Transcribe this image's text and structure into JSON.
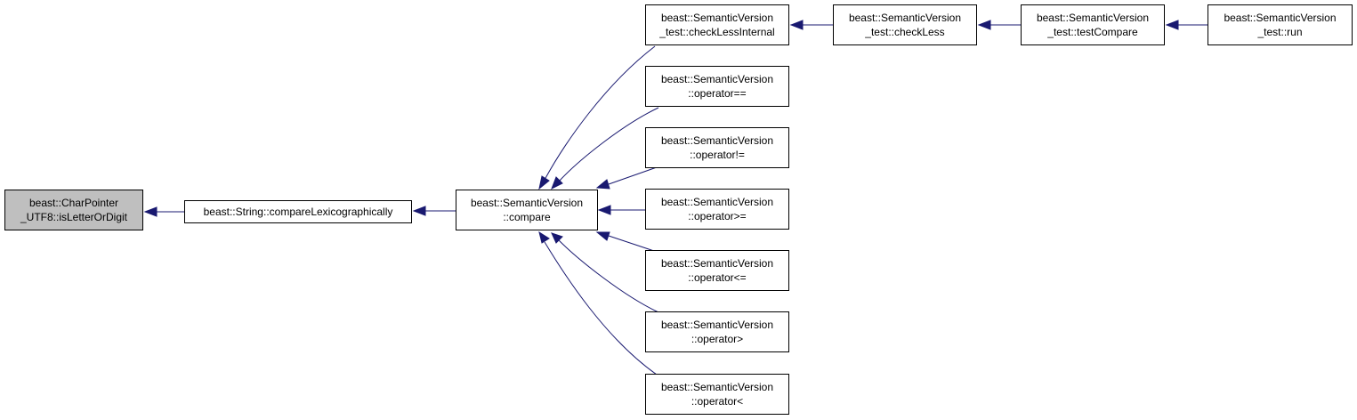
{
  "diagram": {
    "edge_color": "#191970",
    "current_fill": "#bfbfbf",
    "nodes": {
      "is_letter": {
        "line1": "beast::CharPointer",
        "line2": "_UTF8::isLetterOrDigit"
      },
      "compare_lex": {
        "line1": "beast::String::compareLexicographically"
      },
      "compare": {
        "line1": "beast::SemanticVersion",
        "line2": "::compare"
      },
      "check_less_internal": {
        "line1": "beast::SemanticVersion",
        "line2": "_test::checkLessInternal"
      },
      "op_eq": {
        "line1": "beast::SemanticVersion",
        "line2": "::operator=="
      },
      "op_ne": {
        "line1": "beast::SemanticVersion",
        "line2": "::operator!="
      },
      "op_ge": {
        "line1": "beast::SemanticVersion",
        "line2": "::operator>="
      },
      "op_le": {
        "line1": "beast::SemanticVersion",
        "line2": "::operator<="
      },
      "op_gt": {
        "line1": "beast::SemanticVersion",
        "line2": "::operator>"
      },
      "op_lt": {
        "line1": "beast::SemanticVersion",
        "line2": "::operator<"
      },
      "check_less": {
        "line1": "beast::SemanticVersion",
        "line2": "_test::checkLess"
      },
      "test_compare": {
        "line1": "beast::SemanticVersion",
        "line2": "_test::testCompare"
      },
      "run": {
        "line1": "beast::SemanticVersion",
        "line2": "_test::run"
      }
    },
    "edges": [
      {
        "from": "compare_lex",
        "to": "is_letter"
      },
      {
        "from": "compare",
        "to": "compare_lex"
      },
      {
        "from": "check_less_internal",
        "to": "compare"
      },
      {
        "from": "op_eq",
        "to": "compare"
      },
      {
        "from": "op_ne",
        "to": "compare"
      },
      {
        "from": "op_ge",
        "to": "compare"
      },
      {
        "from": "op_le",
        "to": "compare"
      },
      {
        "from": "op_gt",
        "to": "compare"
      },
      {
        "from": "op_lt",
        "to": "compare"
      },
      {
        "from": "check_less",
        "to": "check_less_internal"
      },
      {
        "from": "test_compare",
        "to": "check_less"
      },
      {
        "from": "run",
        "to": "test_compare"
      }
    ]
  }
}
